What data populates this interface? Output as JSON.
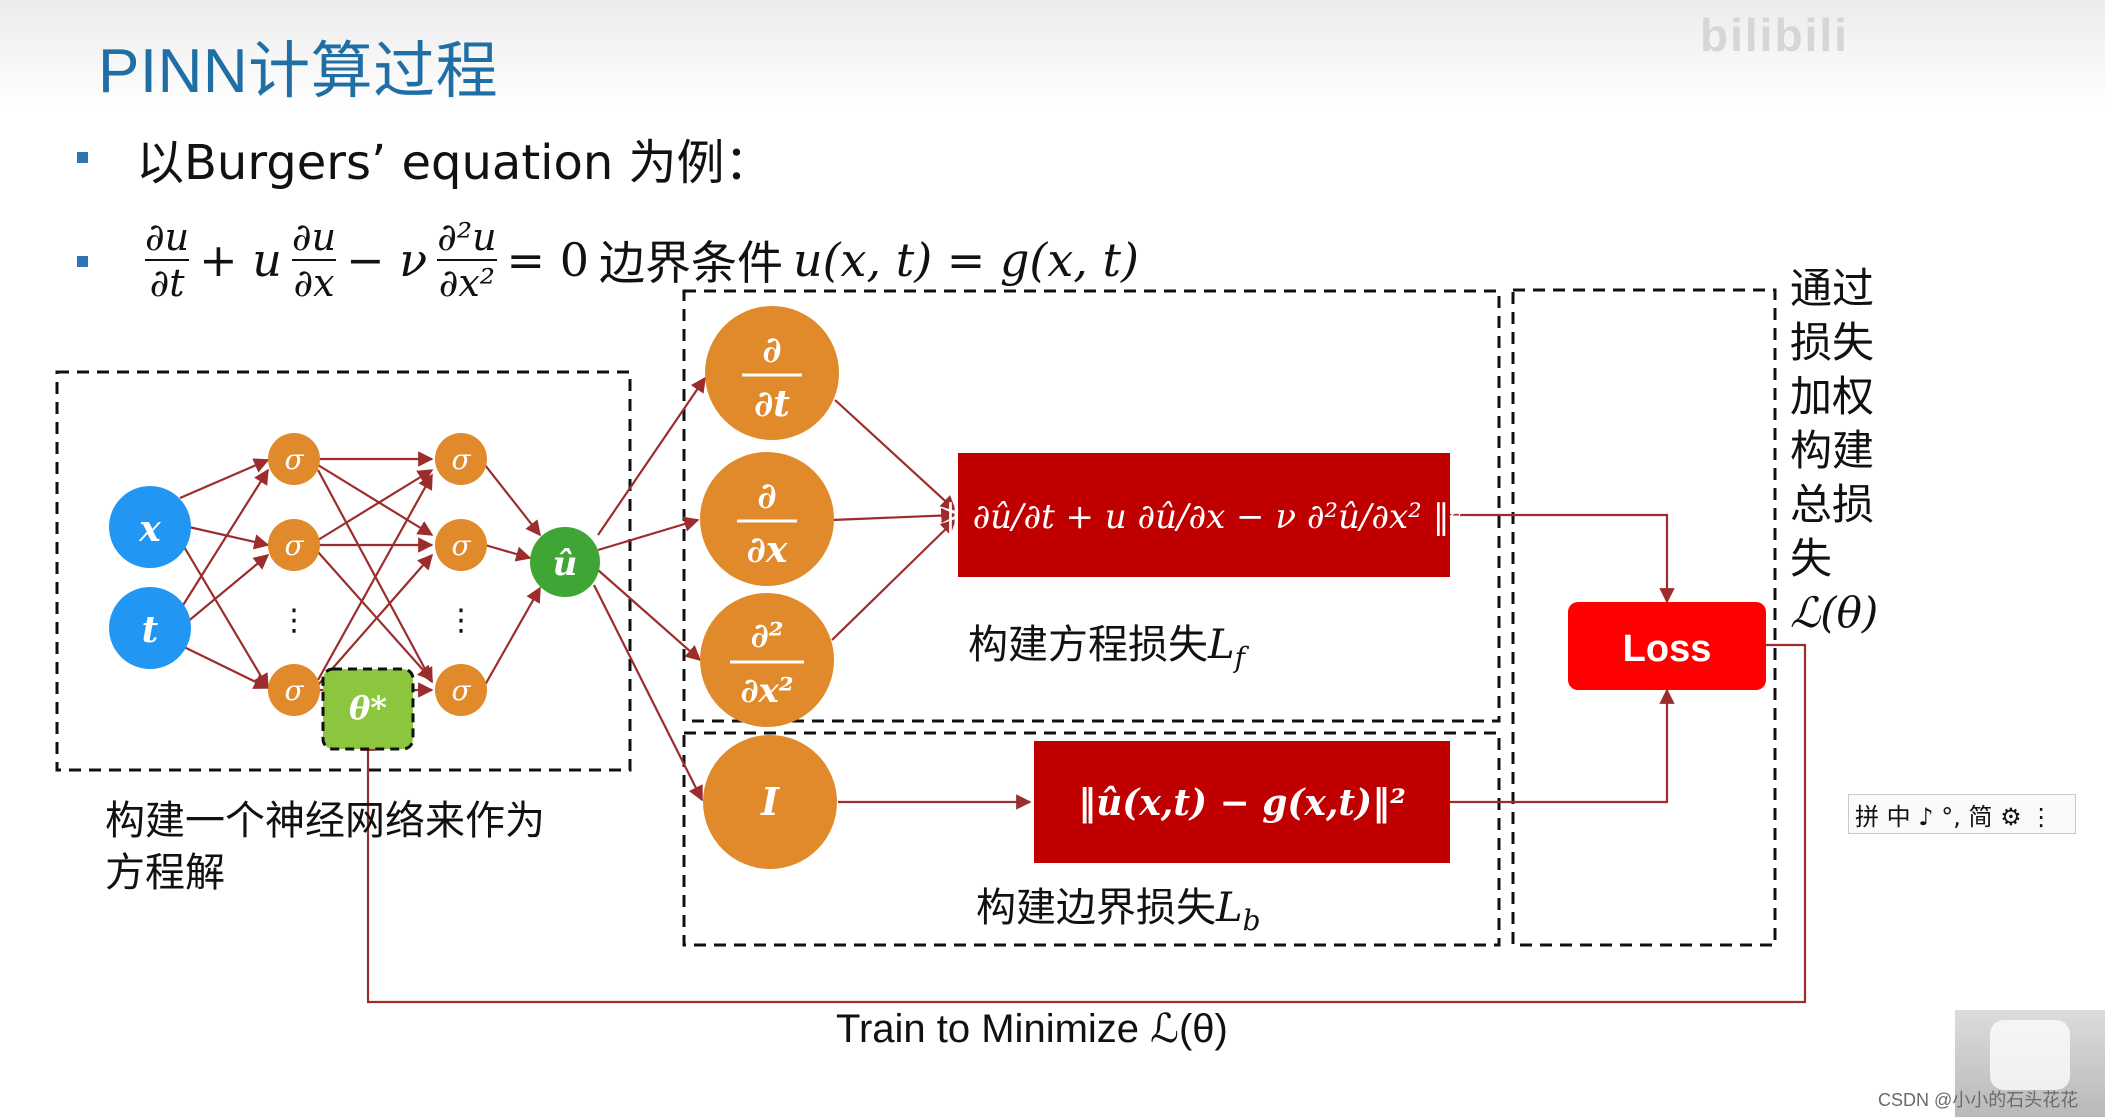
{
  "title": "PINN计算过程",
  "bullets": {
    "line1": "以Burgers’ equation 为例：",
    "eq": {
      "t1_num": "∂u",
      "t1_den": "∂t",
      "plus_u": "+ u",
      "t2_num": "∂u",
      "t2_den": "∂x",
      "minus_nu": "− ν",
      "t3_num": "∂²u",
      "t3_den": "∂x²",
      "eq_zero": "=  0",
      "boundary_label": "边界条件",
      "boundary_eq": "u(x, t) = g(x, t)"
    }
  },
  "network": {
    "inputs": [
      "x",
      "t"
    ],
    "hidden_symbol": "σ",
    "ellipsis": "⋮",
    "output": "û",
    "theta": "θ*",
    "caption": [
      "构建一个神经网络来作为",
      "方程解"
    ]
  },
  "derivatives": {
    "d_dt": {
      "num": "∂",
      "den": "∂t"
    },
    "d_dx": {
      "num": "∂",
      "den": "∂x"
    },
    "d2_dx2": {
      "num": "∂²",
      "den": "∂x²"
    },
    "identity": "I"
  },
  "pde_residual": "‖ ∂û/∂t + u ∂û/∂x − ν ∂²û/∂x² ‖²",
  "bc_residual": "‖û(x,t) − g(x,t)‖²",
  "equation_loss_caption": "构建方程损失",
  "equation_loss_sym": "L",
  "equation_loss_sub": "f",
  "boundary_loss_caption": "构建边界损失",
  "boundary_loss_sym": "L",
  "boundary_loss_sub": "b",
  "loss_label": "Loss",
  "side_note": [
    "通过",
    "损失",
    "加权",
    "构建",
    "总损",
    "失",
    "ℒ(θ)"
  ],
  "train_label": "Train to Minimize ℒ(θ)",
  "ime_bar": "拼 中 ♪ °, 简 ⚙ ⋮",
  "watermark": "bilibili",
  "csdn": "CSDN @小小的石头花花",
  "colors": {
    "blue": "#2196f3",
    "orange": "#e08a2b",
    "green": "#3fa535",
    "lightgreen": "#8cc63f",
    "red": "#c00000",
    "lossred": "#ff0000",
    "arrow": "#9b2d2d",
    "title": "#1f6fa5"
  }
}
